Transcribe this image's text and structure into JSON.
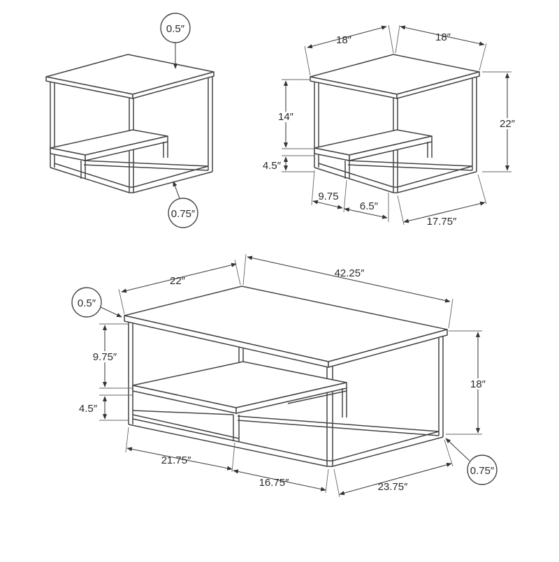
{
  "accent_color": "#444444",
  "end_table_thickness": {
    "top_thickness": "0.5″",
    "frame_thickness": "0.75″"
  },
  "end_table_dimensions": {
    "width": "18″",
    "depth": "18″",
    "height": "22″",
    "top_to_shelf": "14″",
    "shelf_height": "4.5″",
    "shelf_left": "9.75",
    "shelf_right": "6.5″",
    "frame_depth": "17.75″"
  },
  "coffee_table": {
    "top_thickness": "0.5″",
    "depth": "22″",
    "width": "42.25″",
    "top_to_shelf": "9.75″",
    "shelf_height": "4.5″",
    "height": "18″",
    "base_left": "21.75″",
    "base_middle": "16.75″",
    "base_depth": "23.75″",
    "frame_thickness": "0.75″"
  }
}
